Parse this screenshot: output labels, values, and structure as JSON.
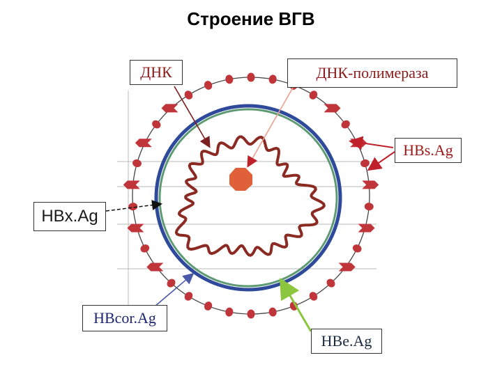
{
  "title": "Строение ВГВ",
  "labels": {
    "dnk": "ДНК",
    "dnk_polymerase": "ДНК-полимераза",
    "hbsag": "HBs.Ag",
    "hbxag": "HBx.Ag",
    "hbcorag": "HBcor.Ag",
    "hbeag": "HBe.Ag"
  },
  "colors": {
    "envelope_spikes": "#c0353a",
    "core_ring": "#2f4a9a",
    "inner_ring": "#5e9a72",
    "dna": "#8b2a22",
    "polymerase": "#e0603a",
    "label_dark_red": "#8b1a1a",
    "arrow_green": "#8cc63f",
    "arrow_blue": "#4a5aa8"
  }
}
